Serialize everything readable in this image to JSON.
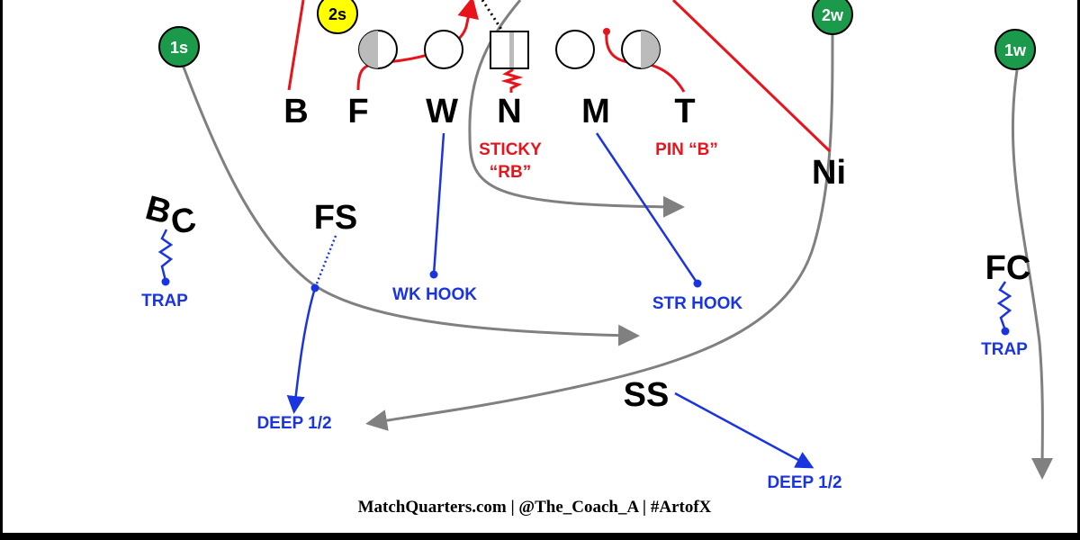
{
  "colors": {
    "coverage": "#1a35e0",
    "pressure": "#e8141c",
    "route": "#808080",
    "receiver_strong": "#1a9a4a",
    "receiver_weak": "#1a9a4a",
    "back": "#ffff00"
  },
  "receivers": {
    "r1s": "1s",
    "r2s": "2s",
    "r2w": "2w",
    "r1w": "1w"
  },
  "defenders": {
    "B": "B",
    "F": "F",
    "W": "W",
    "N": "N",
    "M": "M",
    "T": "T",
    "Ni": "Ni",
    "BC_b": "B",
    "BC_c": "C",
    "FS": "FS",
    "FC": "FC",
    "SS": "SS"
  },
  "assignments": {
    "sticky_1": "STICKY",
    "sticky_2": "“RB”",
    "pin": "PIN “B”",
    "trap_left": "TRAP",
    "wk_hook": "WK HOOK",
    "str_hook": "STR HOOK",
    "trap_right": "TRAP",
    "deep_left": "DEEP 1/2",
    "deep_right": "DEEP 1/2"
  },
  "footer": "MatchQuarters.com | @The_Coach_A | #ArtofX"
}
